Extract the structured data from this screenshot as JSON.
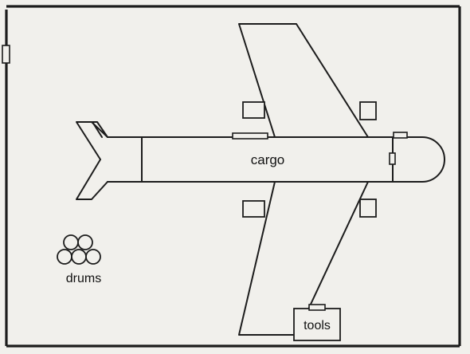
{
  "labels": {
    "cargo": "cargo",
    "drums": "drums",
    "tools": "tools"
  }
}
